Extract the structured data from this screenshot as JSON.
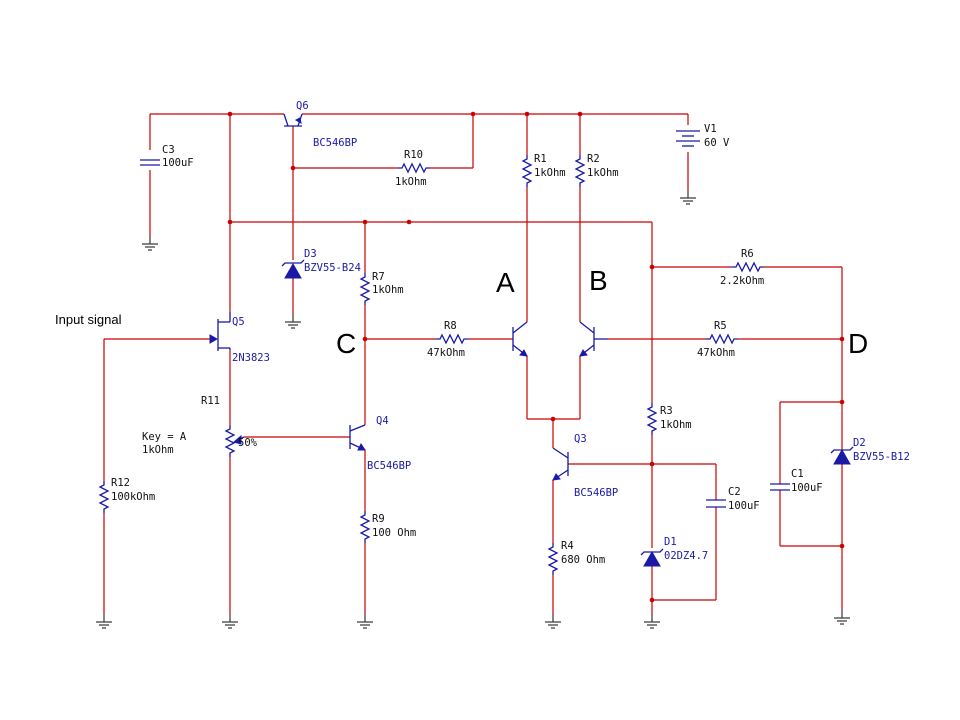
{
  "nodes": {
    "a": "A",
    "b": "B",
    "c": "C",
    "d": "D"
  },
  "input_label": "Input signal",
  "components": {
    "v1": {
      "ref": "V1",
      "value": "60 V"
    },
    "c3": {
      "ref": "C3",
      "value": "100uF"
    },
    "q6": {
      "ref": "Q6",
      "model": "BC546BP"
    },
    "r10": {
      "ref": "R10",
      "value": "1kOhm"
    },
    "r1": {
      "ref": "R1",
      "value": "1kOhm"
    },
    "r2": {
      "ref": "R2",
      "value": "1kOhm"
    },
    "d3": {
      "ref": "D3",
      "model": "BZV55-B24"
    },
    "r7": {
      "ref": "R7",
      "value": "1kOhm"
    },
    "r6": {
      "ref": "R6",
      "value": "2.2kOhm"
    },
    "q5": {
      "ref": "Q5",
      "model": "2N3823"
    },
    "r8": {
      "ref": "R8",
      "value": "47kOhm"
    },
    "r5": {
      "ref": "R5",
      "value": "47kOhm"
    },
    "r11": {
      "ref": "R11",
      "key": "Key = A",
      "value": "1kOhm",
      "pct": "50%"
    },
    "q4": {
      "ref": "Q4",
      "model": "BC546BP"
    },
    "q3": {
      "ref": "Q3",
      "model": "BC546BP"
    },
    "r3": {
      "ref": "R3",
      "value": "1kOhm"
    },
    "d2": {
      "ref": "D2",
      "model": "BZV55-B12"
    },
    "c1": {
      "ref": "C1",
      "value": "100uF"
    },
    "c2": {
      "ref": "C2",
      "value": "100uF"
    },
    "r12": {
      "ref": "R12",
      "value": "100kOhm"
    },
    "r9": {
      "ref": "R9",
      "value": "100 Ohm"
    },
    "r4": {
      "ref": "R4",
      "value": "680 Ohm"
    },
    "d1": {
      "ref": "D1",
      "model": "02DZ4.7"
    }
  },
  "colors": {
    "wire": "#cc0000",
    "component": "#1a1aa6",
    "ground": "#333333"
  }
}
